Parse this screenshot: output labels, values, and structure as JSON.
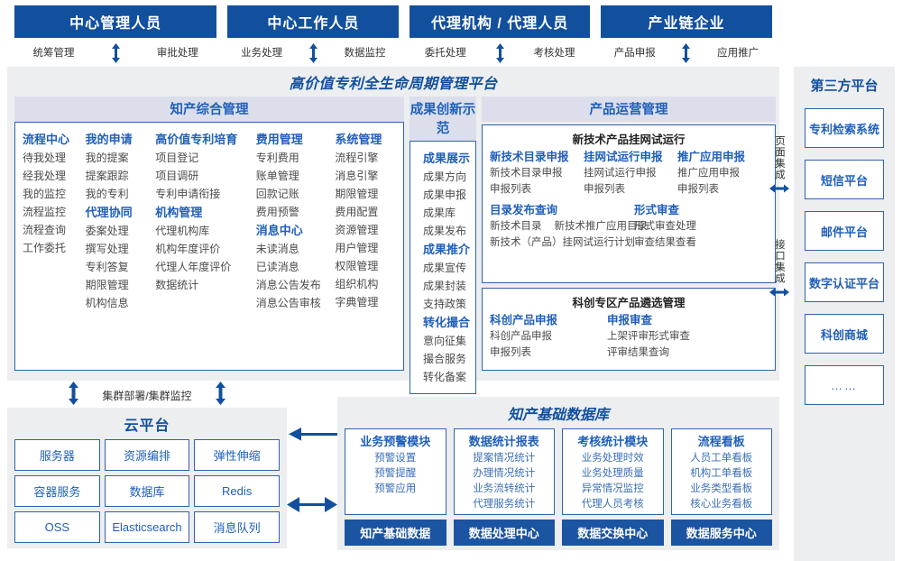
{
  "roles": [
    {
      "title": "中心管理人员",
      "left": "统筹管理",
      "right": "审批处理"
    },
    {
      "title": "中心工作人员",
      "left": "业务处理",
      "right": "数据监控"
    },
    {
      "title": "代理机构 / 代理人员",
      "left": "委托处理",
      "right": "考核处理"
    },
    {
      "title": "产业链企业",
      "left": "产品申报",
      "right": "应用推广"
    }
  ],
  "platform": {
    "title": "高价值专利全生命周期管理平台",
    "groups": {
      "knowledge": {
        "title": "知产综合管理",
        "columns": [
          {
            "blocks": [
              {
                "head": "流程中心",
                "items": [
                  "待我处理",
                  "经我处理",
                  "我的监控",
                  "流程监控",
                  "流程查询",
                  "工作委托"
                ]
              }
            ]
          },
          {
            "blocks": [
              {
                "head": "我的申请",
                "items": [
                  "我的提案",
                  "提案跟踪",
                  "我的专利"
                ]
              },
              {
                "head": "代理协同",
                "items": [
                  "委案处理",
                  "撰写处理",
                  "专利答复",
                  "期限管理",
                  "机构信息"
                ]
              }
            ]
          },
          {
            "blocks": [
              {
                "head": "高价值专利培育",
                "items": [
                  "项目登记",
                  "项目调研",
                  "专利申请衔接"
                ]
              },
              {
                "head": "机构管理",
                "items": [
                  "代理机构库",
                  "机构年度评价",
                  "代理人年度评价",
                  "数据统计"
                ]
              }
            ]
          },
          {
            "blocks": [
              {
                "head": "费用管理",
                "items": [
                  "专利费用",
                  "账单管理",
                  "回款记账",
                  "费用预警"
                ]
              },
              {
                "head": "消息中心",
                "items": [
                  "未读消息",
                  "已读消息",
                  "消息公告发布",
                  "消息公告审核"
                ]
              }
            ]
          },
          {
            "blocks": [
              {
                "head": "系统管理",
                "items": [
                  "流程引擎",
                  "消息引擎",
                  "期限管理",
                  "费用配置",
                  "资源管理",
                  "用户管理",
                  "权限管理",
                  "组织机构",
                  "字典管理"
                ]
              }
            ]
          }
        ]
      },
      "achievement": {
        "title": "成果创新示范",
        "blocks": [
          {
            "head": "成果展示",
            "items": [
              "成果方向",
              "成果申报",
              "成果库",
              "成果发布"
            ]
          },
          {
            "head": "成果推介",
            "items": [
              "成果宣传",
              "成果封装",
              "支持政策"
            ]
          },
          {
            "head": "转化撮合",
            "items": [
              "意向征集",
              "撮合服务",
              "转化备案"
            ]
          }
        ]
      },
      "product": {
        "title": "产品运营管理",
        "panels": [
          {
            "title": "新技术产品挂网试运行",
            "row1": [
              {
                "head": "新技术目录申报",
                "items": [
                  "新技术目录申报",
                  "申报列表"
                ]
              },
              {
                "head": "挂网试运行申报",
                "items": [
                  "挂网试运行申报",
                  "申报列表"
                ]
              },
              {
                "head": "推广应用申报",
                "items": [
                  "推广应用申报",
                  "申报列表"
                ]
              }
            ],
            "row2_left": {
              "head": "目录发布查询",
              "inline": [
                "新技术目录",
                "新技术推广应用目录"
              ],
              "items": [
                "新技术（产品）挂网试运行计划"
              ]
            },
            "row2_right": {
              "head": "形式审查",
              "items": [
                "形式审查处理",
                "审查结果查看"
              ]
            }
          },
          {
            "title": "科创专区产品遴选管理",
            "row1": [
              {
                "head": "科创产品申报",
                "items": [
                  "科创产品申报",
                  "申报列表"
                ]
              },
              {
                "head": "申报审查",
                "items": [
                  "上架评审形式审查",
                  "评审结果查询"
                ]
              }
            ]
          }
        ]
      }
    },
    "integration": [
      {
        "label": "页面集成"
      },
      {
        "label": "接口集成"
      }
    ]
  },
  "third_party": {
    "title": "第三方平台",
    "items": [
      "专利检索系统",
      "短信平台",
      "邮件平台",
      "数字认证平台",
      "科创商城",
      "……"
    ]
  },
  "cluster": {
    "label": "集群部署/集群监控"
  },
  "cloud": {
    "title": "云平台",
    "items": [
      "服务器",
      "资源编排",
      "弹性伸缩",
      "容器服务",
      "数据库",
      "Redis",
      "OSS",
      "Elasticsearch",
      "消息队列"
    ]
  },
  "database": {
    "title": "知产基础数据库",
    "columns": [
      {
        "head": "业务预警模块",
        "items": [
          "预警设置",
          "预警提醒",
          "预警应用"
        ],
        "foot": "知产基础数据"
      },
      {
        "head": "数据统计报表",
        "items": [
          "提案情况统计",
          "办理情况统计",
          "业务流转统计",
          "代理服务统计"
        ],
        "foot": "数据处理中心"
      },
      {
        "head": "考核统计模块",
        "items": [
          "业务处理时效",
          "业务处理质量",
          "异常情况监控",
          "代理人员考核"
        ],
        "foot": "数据交换中心"
      },
      {
        "head": "流程看板",
        "items": [
          "人员工单看板",
          "机构工单看板",
          "业务类型看板",
          "核心业务看板"
        ],
        "foot": "数据服务中心"
      }
    ]
  },
  "colors": {
    "header_blue": "#12509e",
    "accent_blue": "#1f5fba",
    "border_blue": "#2f64ad",
    "panel_bg": "#eceef0",
    "group_head_bg": "#dcdfeb"
  }
}
